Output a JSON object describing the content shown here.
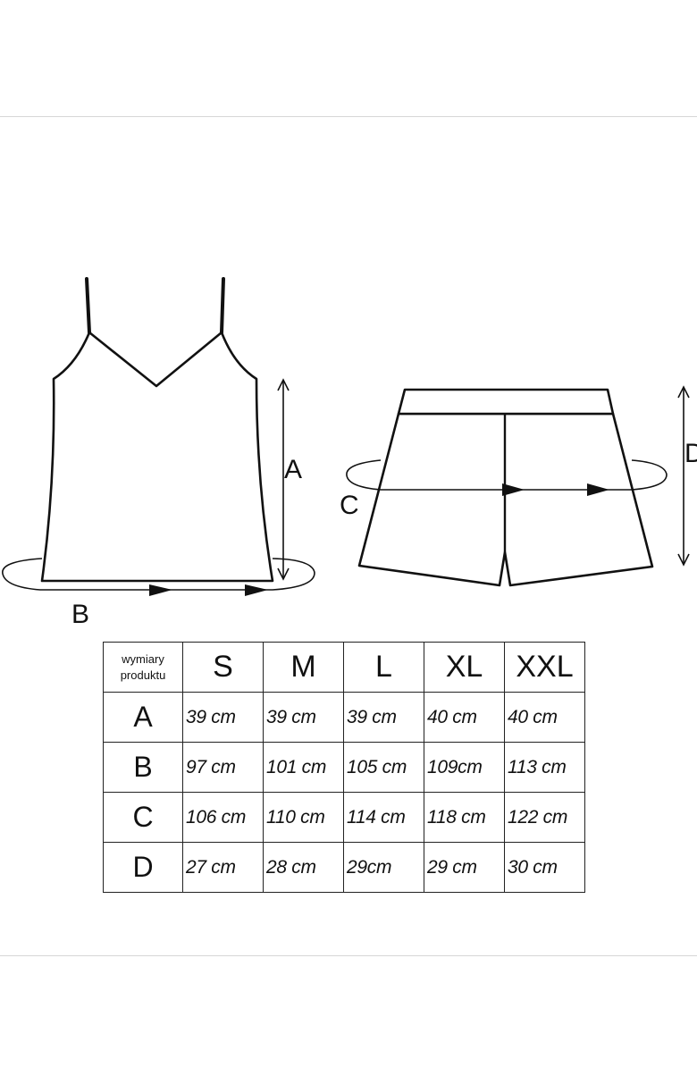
{
  "labels": {
    "a": "A",
    "b": "B",
    "c": "C",
    "d": "D"
  },
  "table": {
    "corner": [
      "wymiary",
      "produktu"
    ],
    "sizes": [
      "S",
      "M",
      "L",
      "XL",
      "XXL"
    ],
    "rows": [
      {
        "label": "A",
        "values": [
          "39 cm",
          "39 cm",
          "39 cm",
          "40 cm",
          "40 cm"
        ]
      },
      {
        "label": "B",
        "values": [
          "97 cm",
          "101 cm",
          "105 cm",
          "109cm",
          "113 cm"
        ]
      },
      {
        "label": "C",
        "values": [
          "106 cm",
          "110 cm",
          "114 cm",
          "118 cm",
          "122 cm"
        ]
      },
      {
        "label": "D",
        "values": [
          "27 cm",
          "28 cm",
          "29cm",
          "29 cm",
          "30 cm"
        ]
      }
    ]
  }
}
